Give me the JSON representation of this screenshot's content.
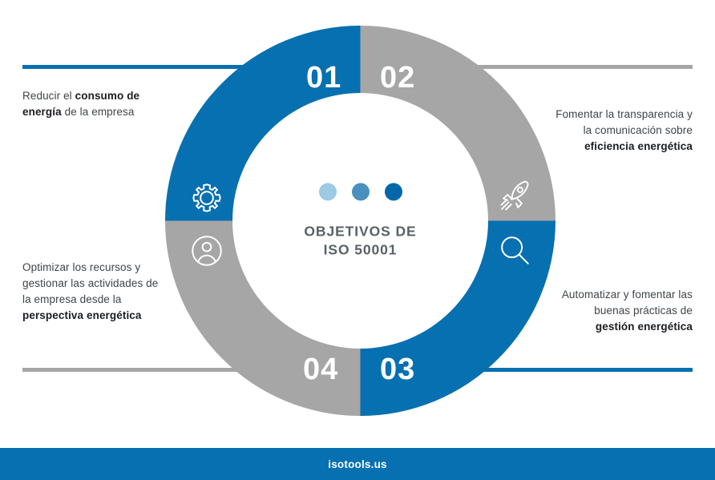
{
  "colors": {
    "brand_blue": "#0770b0",
    "ring_blue": "#0770b0",
    "ring_gray": "#a6a6a6",
    "text_gray": "#3f4448",
    "hub_title_gray": "#5a6166",
    "dot_light": "#9ec9e2",
    "dot_medium": "#4a90bf",
    "dot_dark": "#0068a8",
    "white": "#ffffff"
  },
  "hub": {
    "title_line1": "OBJETIVOS DE",
    "title_line2": "ISO 50001",
    "dots": [
      "dot-light-blue",
      "dot-medium-blue",
      "dot-dark-blue"
    ]
  },
  "segments": [
    {
      "number": "01",
      "icon": "gear-icon",
      "color": "#0770b0",
      "position": "top-left",
      "text_plain": "Reducir el consumo de energía de la empresa",
      "text_parts": [
        {
          "t": "Reducir el ",
          "bold": false
        },
        {
          "t": "consumo de energía",
          "bold": true
        },
        {
          "t": " de la empresa",
          "bold": false
        }
      ]
    },
    {
      "number": "02",
      "icon": "rocket-icon",
      "color": "#a6a6a6",
      "position": "top-right",
      "text_plain": "Fomentar la transparencia y la comunicación sobre eficiencia energética",
      "text_parts": [
        {
          "t": "Fomentar la transparencia y la comunicación sobre ",
          "bold": false
        },
        {
          "t": "eficiencia energética",
          "bold": true
        }
      ]
    },
    {
      "number": "03",
      "icon": "search-icon",
      "color": "#0770b0",
      "position": "bottom-right",
      "text_plain": "Automatizar y fomentar las buenas prácticas de gestión energética",
      "text_parts": [
        {
          "t": "Automatizar y fomentar las buenas prácticas de ",
          "bold": false
        },
        {
          "t": "gestión energética",
          "bold": true
        }
      ]
    },
    {
      "number": "04",
      "icon": "person-icon",
      "color": "#a6a6a6",
      "position": "bottom-left",
      "text_plain": "Optimizar los recursos y gestionar las actividades de la empresa desde la perspectiva energética",
      "text_parts": [
        {
          "t": "Optimizar los recursos y gestionar las actividades de la empresa desde la ",
          "bold": false
        },
        {
          "t": "perspectiva energética",
          "bold": true
        }
      ]
    }
  ],
  "footer": {
    "label": "isotools.us"
  }
}
